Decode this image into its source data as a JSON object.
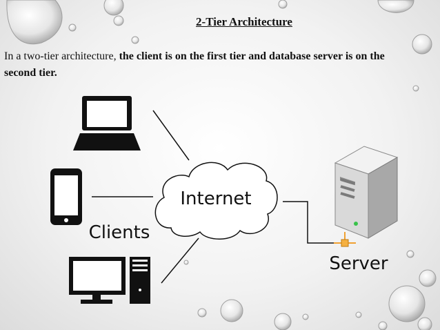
{
  "slide": {
    "title": "2-Tier Architecture",
    "description_plain": "In a two-tier architecture,",
    "description_bold": "the client is on the first tier and database server is on the second tier."
  },
  "diagram": {
    "cloud_label": "Internet",
    "clients_label": "Clients",
    "server_label": "Server",
    "icons": [
      "laptop-icon",
      "smartphone-icon",
      "desktop-computer-icon",
      "cloud-icon",
      "server-icon"
    ],
    "colors": {
      "icon_dark": "#111111",
      "server_body": "#d9d9d9",
      "server_green": "#39c24a",
      "network_connector": "#f0a030"
    }
  }
}
